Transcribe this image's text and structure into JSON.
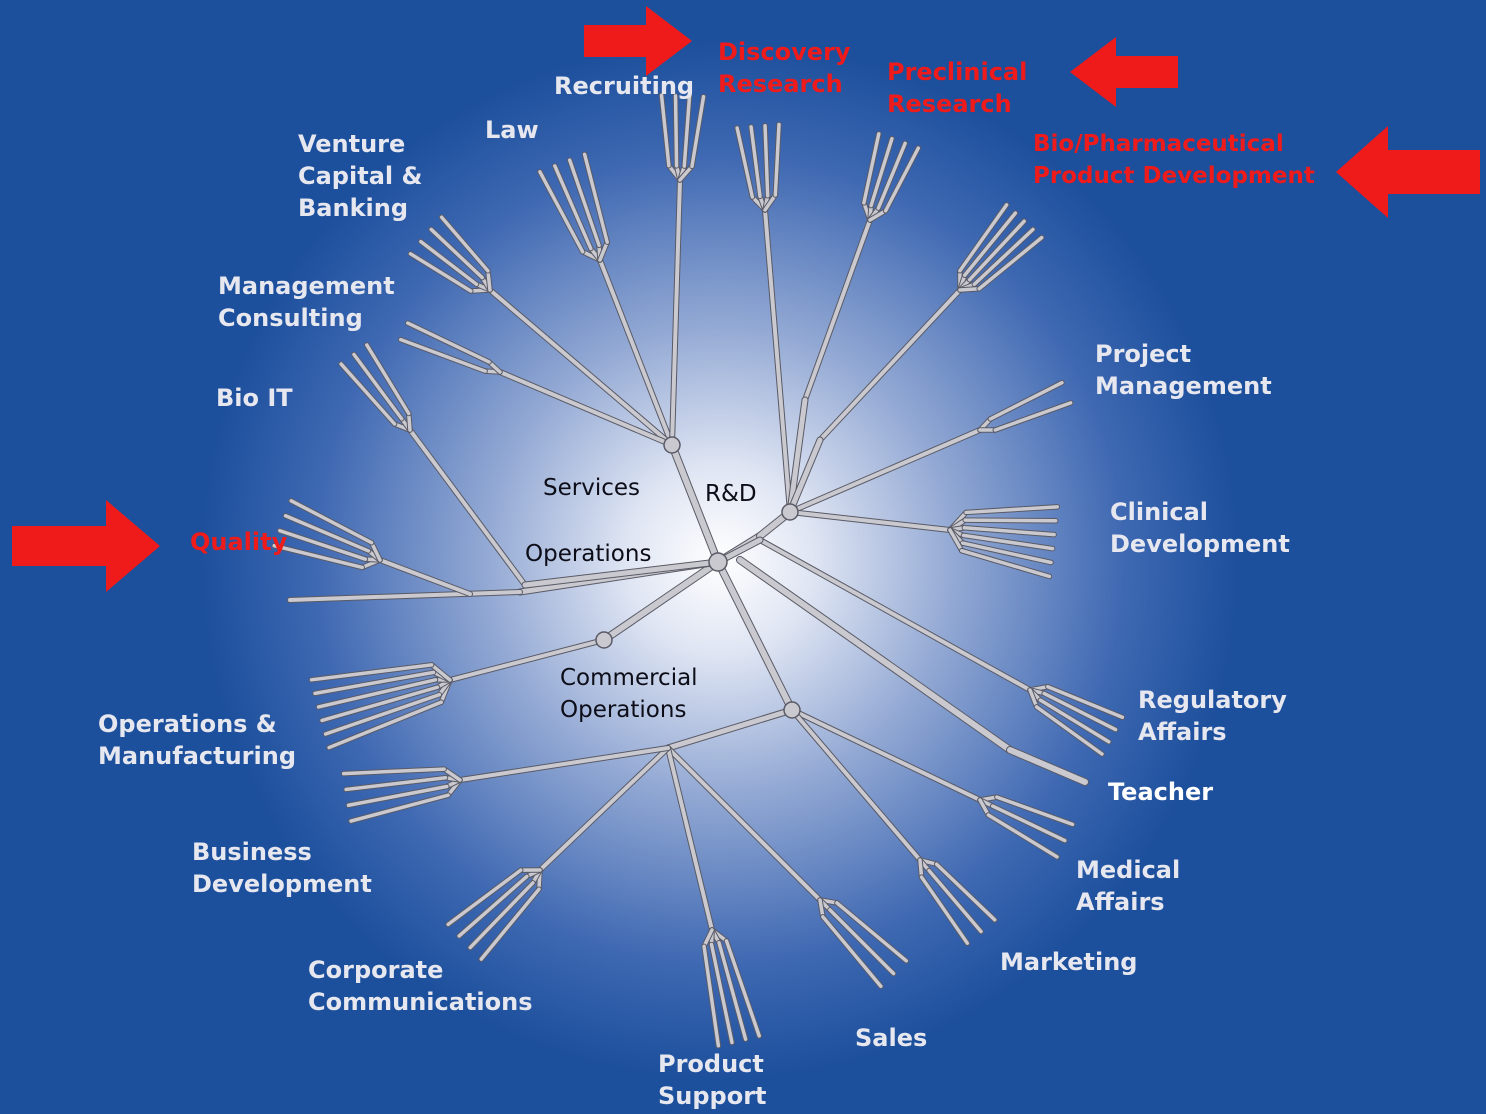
{
  "hub_labels": {
    "services": "Services",
    "rnd": "R&D",
    "operations": "Operations",
    "commercial": [
      "Commercial",
      "Operations"
    ]
  },
  "careers": {
    "recruiting": [
      "Recruiting"
    ],
    "discovery_research": [
      "Discovery",
      "Research"
    ],
    "preclinical_research": [
      "Preclinical",
      "Research"
    ],
    "bio_pharma_dev": [
      "Bio/Pharmaceutical",
      "Product Development"
    ],
    "law": [
      "Law"
    ],
    "venture_capital": [
      "Venture",
      "Capital &",
      "Banking"
    ],
    "management_consulting": [
      "Management",
      "Consulting"
    ],
    "bio_it": [
      "Bio IT"
    ],
    "quality": [
      "Quality"
    ],
    "project_management": [
      "Project",
      "Management"
    ],
    "clinical_development": [
      "Clinical",
      "Development"
    ],
    "regulatory_affairs": [
      "Regulatory",
      "Affairs"
    ],
    "teacher": [
      "Teacher"
    ],
    "medical_affairs": [
      "Medical",
      "Affairs"
    ],
    "marketing": [
      "Marketing"
    ],
    "sales": [
      "Sales"
    ],
    "product_support": [
      "Product",
      "Support"
    ],
    "corporate_communications": [
      "Corporate",
      "Communications"
    ],
    "business_development": [
      "Business",
      "Development"
    ],
    "operations_manufacturing": [
      "Operations &",
      "Manufacturing"
    ]
  },
  "highlighted": [
    "discovery_research",
    "preclinical_research",
    "bio_pharma_dev",
    "quality"
  ],
  "colors": {
    "background": "#1c4f9c",
    "glow_center": "#ffffff",
    "branch": "#c9c9cf",
    "branch_edge": "#5a5a66",
    "label": "#e7e7ef",
    "highlight": "#ef1b1b",
    "hub_text": "#0d0d18"
  }
}
